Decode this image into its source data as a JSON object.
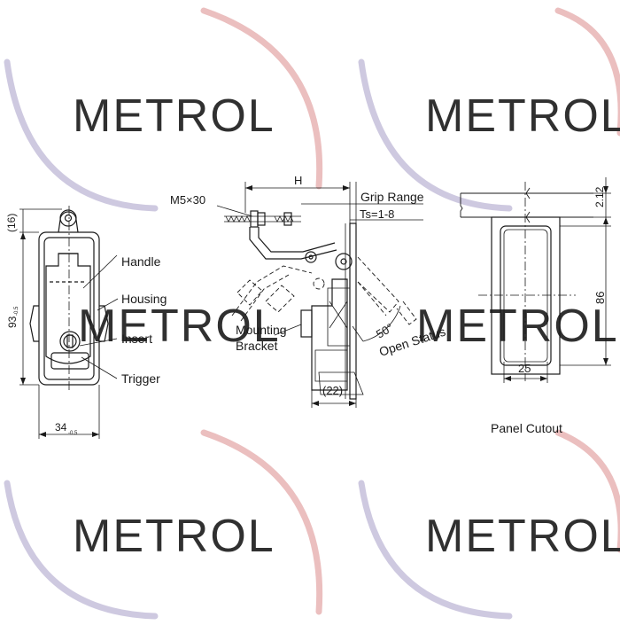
{
  "watermark": {
    "brand": "METROL",
    "color": "#f2c4c4",
    "arc_color_a": "#e9b9b9",
    "arc_color_b": "#c9c4dd"
  },
  "front_view": {
    "dim_top": "(16)",
    "dim_height": "93",
    "dim_height_tol": "-0.5",
    "dim_width": "34",
    "dim_width_tol": "-0.5",
    "labels": {
      "handle": "Handle",
      "housing": "Housing",
      "insert": "Insert",
      "trigger": "Trigger"
    }
  },
  "side_view": {
    "screw": "M5×30",
    "dim_h": "H",
    "grip_range": "Grip Range",
    "ts": "Ts=1-8",
    "angle": "50°",
    "open_status": "Open Status",
    "mounting_bracket_line1": "Mounting",
    "mounting_bracket_line2": "Bracket",
    "dim_depth": "(22)"
  },
  "panel_cutout": {
    "title": "Panel Cutout",
    "dim_top": "2.12",
    "dim_height": "86",
    "dim_width": "25"
  },
  "colors": {
    "line": "#1a1a1a",
    "watermark_text": "#f2c4c4"
  }
}
